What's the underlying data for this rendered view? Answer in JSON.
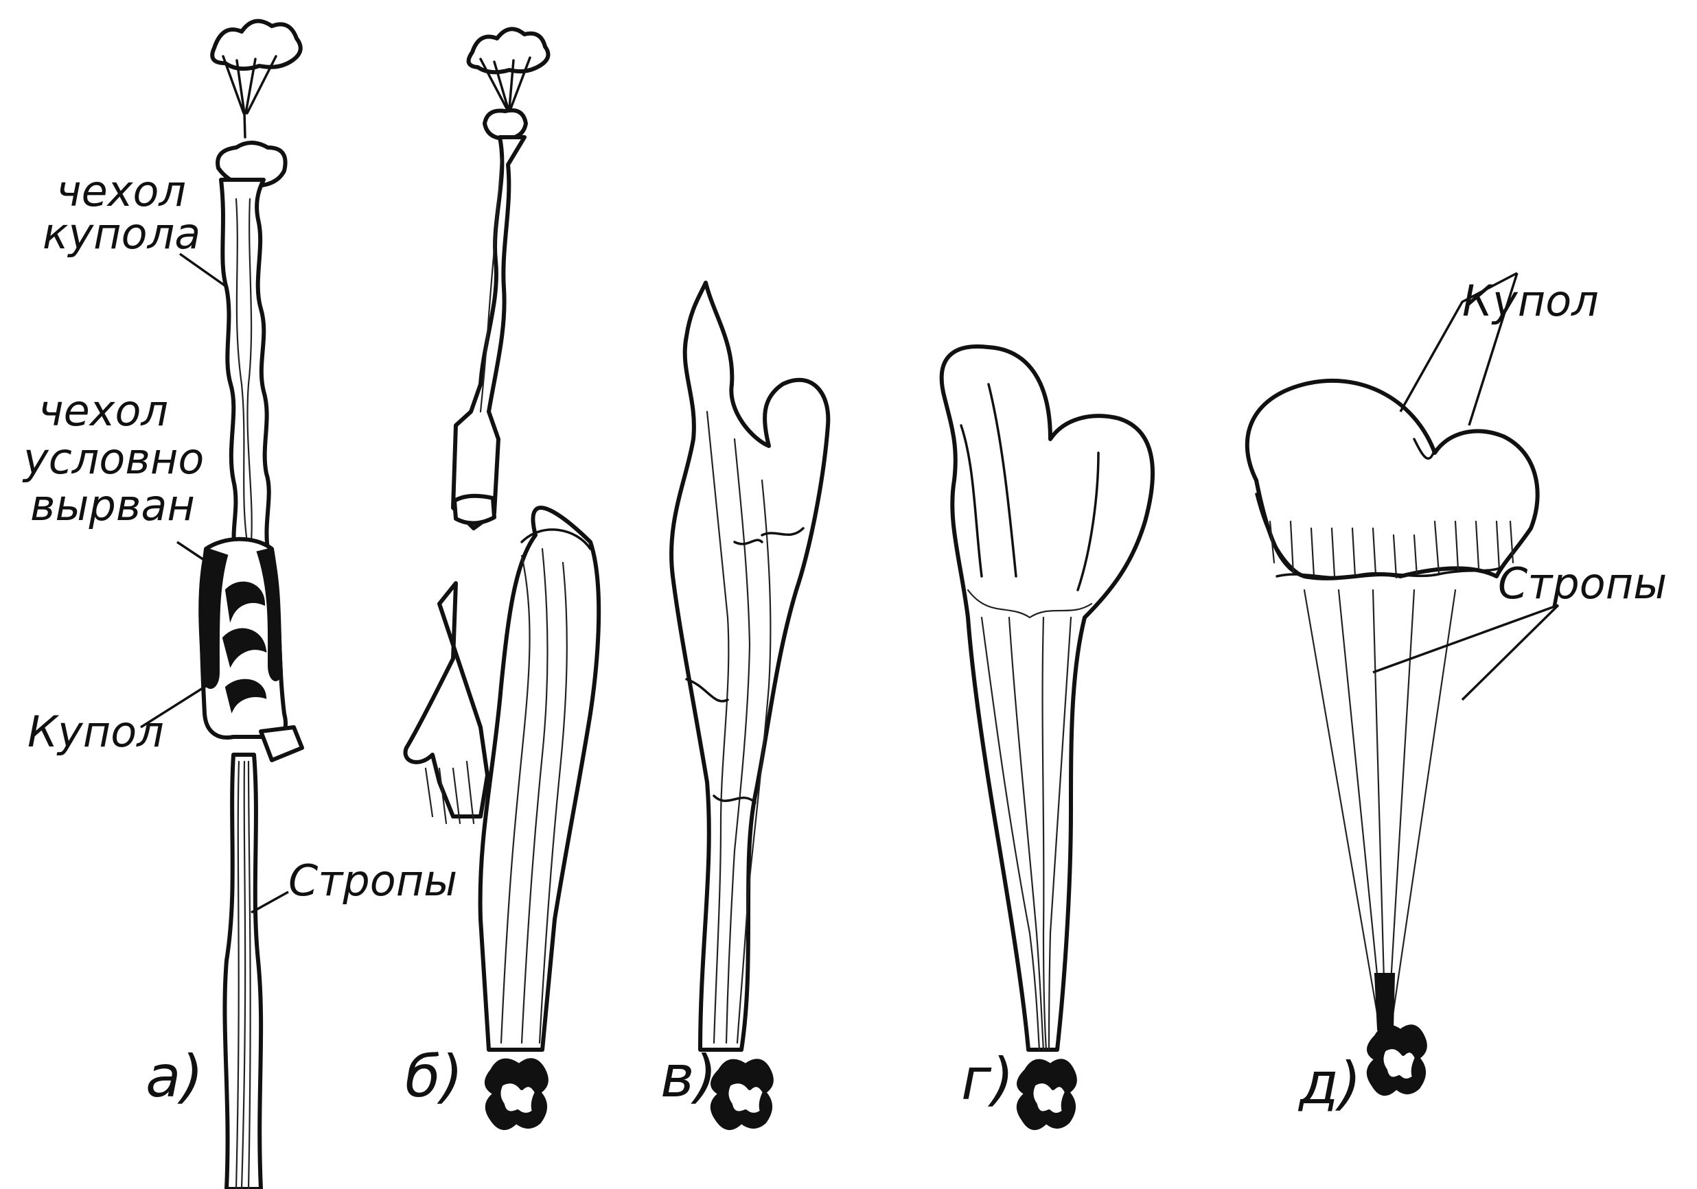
{
  "figure": {
    "annotations": {
      "a_canopy_cover": [
        "чехол",
        "купола"
      ],
      "a_cover_cutaway": [
        "чехол",
        "условно",
        "вырван"
      ],
      "a_canopy": "Купол",
      "a_lines": "Стропы",
      "d_canopy": "Купол",
      "d_lines": "Стропы"
    },
    "stages": [
      {
        "id": "a",
        "label": "а)"
      },
      {
        "id": "b",
        "label": "б)"
      },
      {
        "id": "v",
        "label": "в)"
      },
      {
        "id": "g",
        "label": "г)"
      },
      {
        "id": "d",
        "label": "д)"
      }
    ]
  },
  "colors": {
    "ink": "#111111",
    "paper": "#ffffff"
  }
}
